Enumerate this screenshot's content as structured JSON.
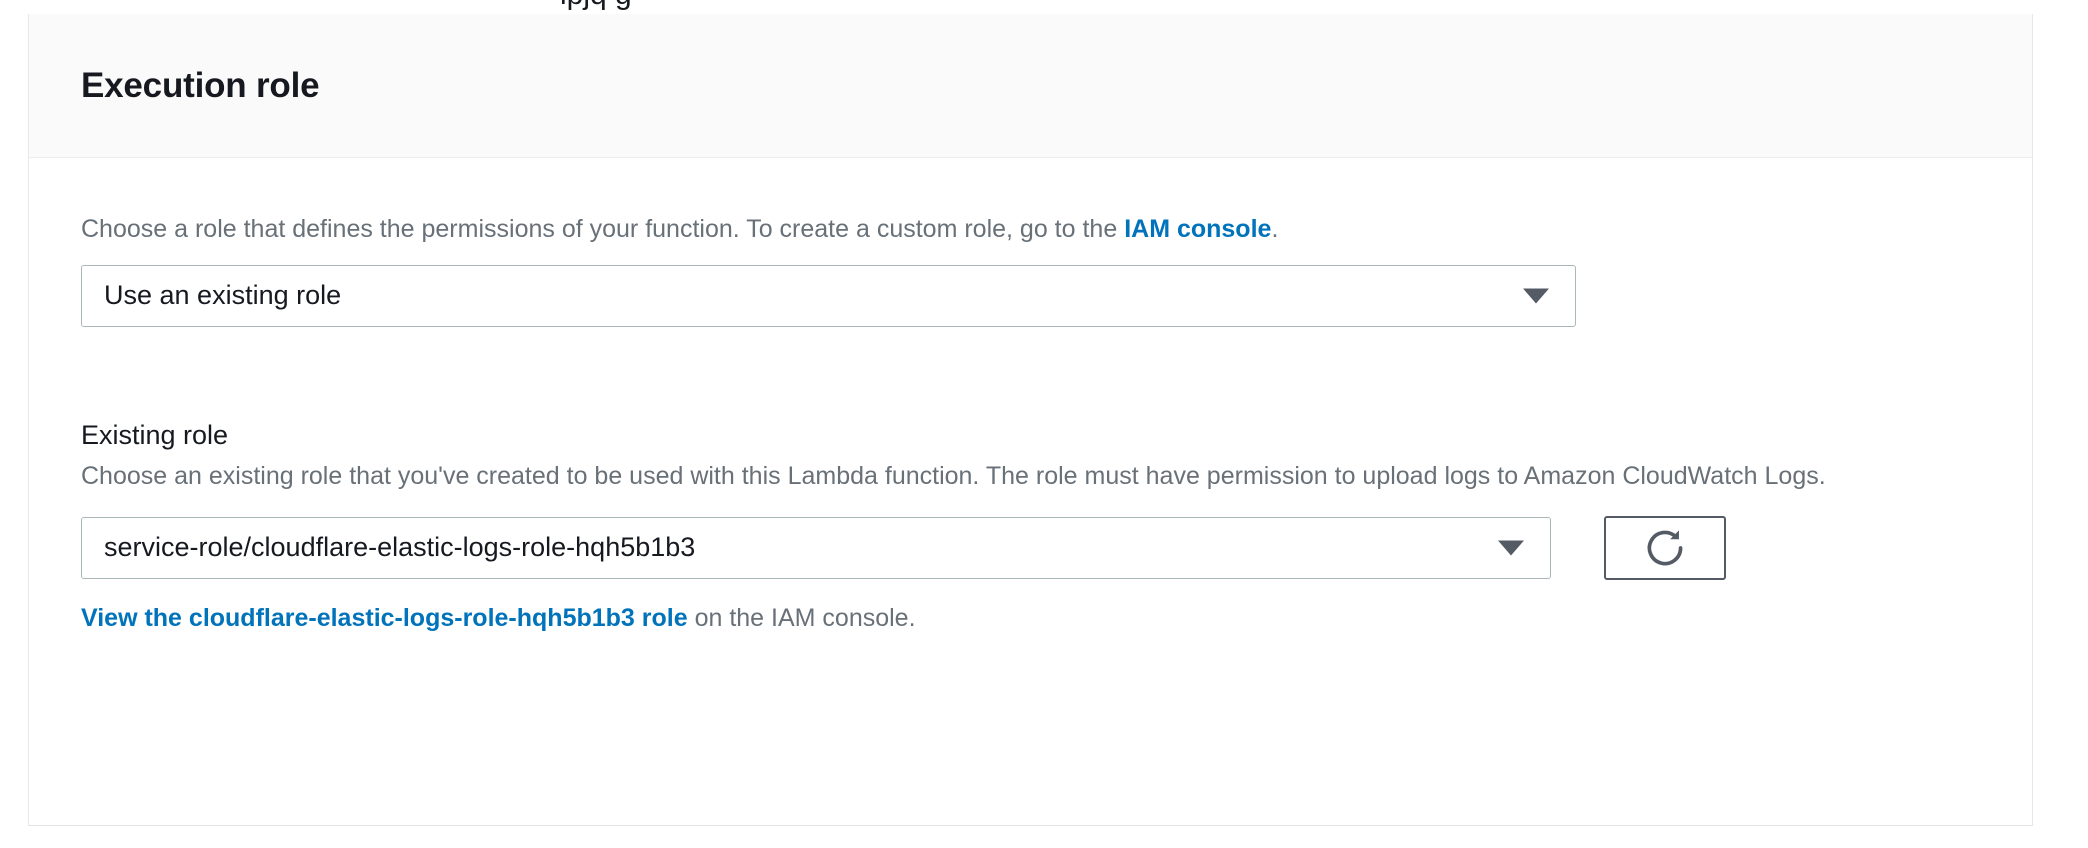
{
  "clipped_top_text": "ipjq g",
  "card": {
    "title": "Execution role",
    "intro": {
      "before_link": "Choose a role that defines the permissions of your function. To create a custom role, go to the ",
      "link_label": "IAM console",
      "after_link": "."
    },
    "role_source": {
      "selected": "Use an existing role",
      "caret_icon": "chevron-down-icon"
    },
    "existing_role": {
      "label": "Existing role",
      "description": "Choose an existing role that you've created to be used with this Lambda function. The role must have permission to upload logs to Amazon CloudWatch Logs.",
      "selected": "service-role/cloudflare-elastic-logs-role-hqh5b1b3",
      "caret_icon": "chevron-down-icon",
      "refresh_icon": "refresh-icon",
      "view_role": {
        "link_label": "View the cloudflare-elastic-logs-role-hqh5b1b3 role",
        "suffix": " on the IAM console."
      }
    }
  },
  "colors": {
    "link": "#0073bb",
    "text_primary": "#16191f",
    "text_secondary": "#687078",
    "border": "#aab7b8",
    "border_strong": "#545b64",
    "header_bg": "#fafafa"
  }
}
